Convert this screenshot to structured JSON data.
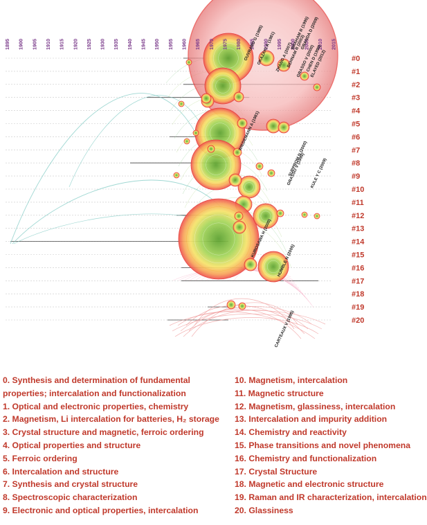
{
  "timeline": {
    "years": [
      "1895",
      "1900",
      "1905",
      "1910",
      "1915",
      "1920",
      "1925",
      "1930",
      "1935",
      "1940",
      "1945",
      "1950",
      "1955",
      "1960",
      "1965",
      "1970",
      "1975",
      "1980",
      "1985",
      "1990",
      "1995",
      "2000",
      "2005",
      "2010",
      "2015"
    ]
  },
  "clusters": [
    "#0",
    "#1",
    "#2",
    "#3",
    "#4",
    "#5",
    "#6",
    "#7",
    "#8",
    "#9",
    "#10",
    "#11",
    "#12",
    "#13",
    "#14",
    "#15",
    "#16",
    "#17",
    "#18",
    "#19",
    "#20"
  ],
  "authors": [
    "OUVRARD G (1985)",
    "BRAHAM R (1995)",
    "GRANDA D (2009)",
    "OKAZAKI A (1981)",
    "ZHANG A (2007)",
    "BEHNAM R (2003)",
    "GRASSO V (2000)",
    "CHEN D (1999)",
    "ELAYED (2012)",
    "WIEDEMANN A (1981)",
    "GRASSO V (1999)",
    "SUPPROM N (2000)",
    "KULE Y C (2009)",
    "KUROSAWA H (2000)",
    "HUMBLE N (2005)",
    "CARTEAUX V (1995)"
  ],
  "legend": {
    "left": [
      "0. Synthesis and determination of fundamental properties; intercalation and functionalization",
      "1. Optical and electronic properties, chemistry",
      "2. Magnetism, Li intercalation for batteries, H₂ storage",
      "3. Crystal structure and magnetic, ferroic ordering",
      "4. Optical properties and structure",
      "5. Ferroic ordering",
      "6. Intercalation and structure",
      "7. Synthesis and crystal structure",
      "8. Spectroscopic characterization",
      "9. Electronic and optical properties, intercalation"
    ],
    "right": [
      "10. Magnetism, intercalation",
      "11. Magnetic structure",
      "12. Magnetism, glassiness, intercalation",
      "13. Intercalation and impurity addition",
      "14. Chemistry and reactivity",
      "15. Phase transitions and novel phenomena",
      "16. Chemistry and functionalization",
      "17. Crystal Structure",
      "18. Magnetic and electronic structure",
      "19. Raman and IR characterization, intercalation",
      "20. Glassiness"
    ]
  },
  "colors": {
    "cluster_label": "#c0392b",
    "year_label": "#7a3a8a",
    "legend_text": "#c0392b",
    "ring_outer": "#e53935",
    "ring_mid": "#f9a825",
    "core": "#7cb342",
    "arc_old": "#80cbc4",
    "arc_new": "#ef9a9a"
  }
}
